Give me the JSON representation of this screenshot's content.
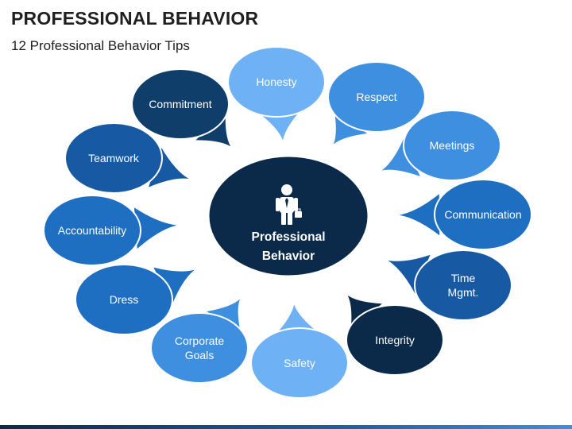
{
  "title": "PROFESSIONAL BEHAVIOR",
  "subtitle": "12 Professional Behavior Tips",
  "center": {
    "line1": "Professional",
    "line2": "Behavior",
    "icon": "businessman-icon"
  },
  "nodes": [
    {
      "id": "honesty",
      "lines": [
        "Honesty"
      ]
    },
    {
      "id": "respect",
      "lines": [
        "Respect"
      ]
    },
    {
      "id": "meetings",
      "lines": [
        "Meetings"
      ]
    },
    {
      "id": "communication",
      "lines": [
        "Communication"
      ]
    },
    {
      "id": "time-mgmt",
      "lines": [
        "Time",
        "Mgmt."
      ]
    },
    {
      "id": "integrity",
      "lines": [
        "Integrity"
      ]
    },
    {
      "id": "safety",
      "lines": [
        "Safety"
      ]
    },
    {
      "id": "corporate-goals",
      "lines": [
        "Corporate",
        "Goals"
      ]
    },
    {
      "id": "dress",
      "lines": [
        "Dress"
      ]
    },
    {
      "id": "accountability",
      "lines": [
        "Accountability"
      ]
    },
    {
      "id": "teamwork",
      "lines": [
        "Teamwork"
      ]
    },
    {
      "id": "commitment",
      "lines": [
        "Commitment"
      ]
    }
  ],
  "colors": {
    "center": "#0b2a4a",
    "center_stroke": "#ffffff",
    "node_light": "#6fb1f5",
    "node_mid": "#3e8fe0",
    "node_blue": "#1e6fc2",
    "node_deep": "#175aa3",
    "node_navy": "#103e6b",
    "node_dark": "#0b2a4a"
  }
}
